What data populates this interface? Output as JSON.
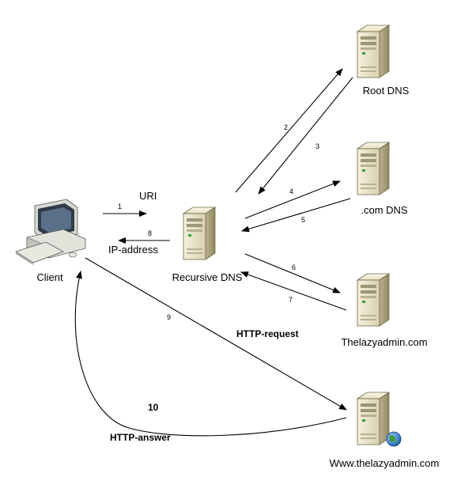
{
  "nodes": {
    "client": "Client",
    "recursive_dns": "Recursive DNS",
    "root_dns": "Root DNS",
    "com_dns": ".com DNS",
    "thelazyadmin": "Thelazyadmin.com",
    "www_thelazyadmin": "Www.thelazyadmin.com"
  },
  "labels": {
    "uri": "URI",
    "ip_address": "IP-address",
    "http_request": "HTTP-request",
    "http_answer": "HTTP-answer"
  },
  "steps": {
    "s1": "1",
    "s2": "2",
    "s3": "3",
    "s4": "4",
    "s5": "5",
    "s6": "6",
    "s7": "7",
    "s8": "8",
    "s9": "9",
    "s10": "10"
  },
  "icons": {
    "server": "server-icon",
    "client": "computer-icon",
    "globe": "globe-icon"
  }
}
